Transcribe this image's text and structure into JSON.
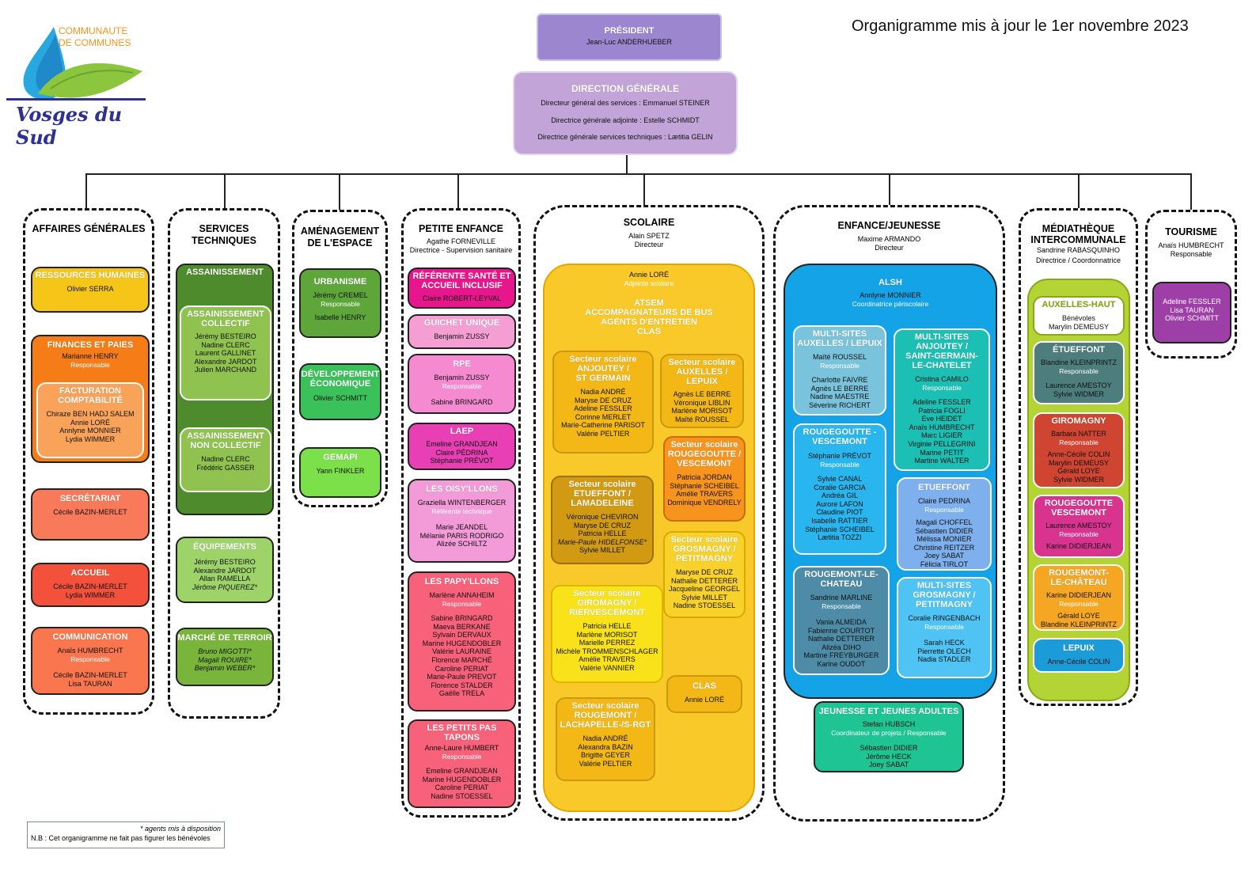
{
  "logo": {
    "line1": "COMMUNAUTE",
    "line2": "DE COMMUNES",
    "name": "Vosges du Sud",
    "colors": {
      "blue": "#1a75bb",
      "green": "#8cc63f",
      "orange": "#f7941d"
    }
  },
  "header": {
    "title": "Organigramme mis à jour le 1er novembre 2023"
  },
  "president": {
    "title": "PRÉSIDENT",
    "name": "Jean-Luc ANDERHUEBER"
  },
  "direction": {
    "title": "DIRECTION GÉNÉRALE",
    "lines": [
      "Directeur général des services : Emmanuel STEINER",
      "Directrice générale adjointe : Estelle SCHMIDT",
      "Directrice générale services techniques : Lætitia GELIN"
    ]
  },
  "footnote": {
    "line1": "* agents mis à disposition",
    "line2": "N.B : Cet organigramme ne fait pas figurer les bénévoles"
  },
  "affaires": {
    "title": "AFFAIRES GÉNÉRALES",
    "rh": {
      "title": "RESSOURCES HUMAINES",
      "name": "Olivier SERRA"
    },
    "finances": {
      "title": "FINANCES ET PAIES",
      "name": "Marianne HENRY",
      "role": "Responsable"
    },
    "facturation": {
      "title1": "FACTURATION",
      "title2": "COMPTABILITÉ",
      "names": [
        "Chiraze BEN HADJ SALEM",
        "Annie LORÉ",
        "Annlyne MONNIER",
        "Lydia WIMMER"
      ]
    },
    "secretariat": {
      "title": "SECRÉTARIAT",
      "name": "Cécile BAZIN-MERLET"
    },
    "accueil": {
      "title": "ACCUEIL",
      "names": [
        "Cécile BAZIN-MERLET",
        "Lydia WIMMER"
      ]
    },
    "communication": {
      "title": "COMMUNICATION",
      "name": "Anaïs HUMBRECHT",
      "role": "Responsable",
      "names": [
        "Cécile BAZIN-MERLET",
        "Lisa TAURAN"
      ]
    }
  },
  "services": {
    "title1": "SERVICES",
    "title2": "TECHNIQUES",
    "assainissement": {
      "title": "ASSAINISSEMENT"
    },
    "collectif": {
      "title1": "ASSAINISSEMENT",
      "title2": "COLLECTIF",
      "names": [
        "Jérémy BESTEIRO",
        "Nadine CLERC",
        "Laurent GALLINET",
        "Alexandre JARDOT",
        "Julien MARCHAND"
      ]
    },
    "noncollectif": {
      "title1": "ASSAINISSEMENT",
      "title2": "NON COLLECTIF",
      "names": [
        "Nadine CLERC",
        "Frédéric GASSER"
      ]
    },
    "equipements": {
      "title": "ÉQUIPEMENTS",
      "names": [
        "Jérémy BESTEIRO",
        "Alexandre JARDOT",
        "Allan RAMELLA"
      ],
      "italic": "Jérôme PIQUEREZ*"
    },
    "marche": {
      "title": "MARCHÉ DE TERROIR",
      "names": [
        "Bruno MIGOTTI*",
        "Magali ROUIRE*",
        "Benjamin WEBER*"
      ]
    }
  },
  "amenagement": {
    "title1": "AMÉNAGEMENT",
    "title2": "DE L'ESPACE",
    "urbanisme": {
      "title": "URBANISME",
      "name": "Jérémy CREMEL",
      "role": "Responsable",
      "name2": "Isabelle HENRY"
    },
    "dev": {
      "title1": "DÉVELOPPEMENT",
      "title2": "ÉCONOMIQUE",
      "name": "Olivier SCHMITT"
    },
    "gemapi": {
      "title": "GEMAPI",
      "name": "Yann FINKLER"
    }
  },
  "petite": {
    "title": "PETITE ENFANCE",
    "head": "Agathe FORNEVILLE",
    "role": "Directrice - Supervision sanitaire",
    "referente": {
      "title1": "RÉFÉRENTE SANTÉ ET",
      "title2": "ACCUEIL INCLUSIF",
      "name": "Claire ROBERT-LEYVAL"
    },
    "guichet": {
      "title": "GUICHET UNIQUE",
      "name": "Benjamin ZUSSY"
    },
    "rpe": {
      "title": "RPE",
      "name": "Benjamin ZUSSY",
      "role": "Responsable",
      "name2": "Sabine BRINGARD"
    },
    "laep": {
      "title": "LAEP",
      "names": [
        "Emeline GRANDJEAN",
        "Claire PÉDRINA",
        "Stéphanie PRÉVOT"
      ]
    },
    "oisy": {
      "title": "LES OISY'LLONS",
      "name": "Graziella WINTENBERGER",
      "role": "Référente technique",
      "names": [
        "Marie JEANDEL",
        "Mélanie PARIS RODRIGO",
        "Alizée SCHILTZ"
      ]
    },
    "papy": {
      "title": "LES PAPY'LLONS",
      "name": "Marlène ANNAHEIM",
      "role": "Responsable",
      "names": [
        "Sabine BRINGARD",
        "Maeva BERKANE",
        "Sylvain DERVAUX",
        "Marine HUGENDOBLER",
        "Valérie LAURAINE",
        "Florence MARCHÉ",
        "Caroline PERIAT",
        "Marie-Paule PREVOT",
        "Florence STALDER",
        "Gaëlle TRELA"
      ]
    },
    "tapons": {
      "title1": "LES PETITS PAS",
      "title2": "TAPONS",
      "name": "Anne-Laure HUMBERT",
      "role": "Responsable",
      "names": [
        "Emeline GRANDJEAN",
        "Marine HUGENDOBLER",
        "Caroline PERIAT",
        "Nadine STOESSEL"
      ]
    }
  },
  "scolaire": {
    "title": "SCOLAIRE",
    "head": "Alain SPETZ",
    "role": "Directeur",
    "adj": "Annie LORÉ",
    "adjrole": "Adjointe scolaire",
    "atsem": [
      "ATSEM",
      "ACCOMPAGNATEURS DE BUS",
      "AGENTS D'ENTRETIEN",
      "CLAS"
    ],
    "anjoutey": {
      "title1": "Secteur scolaire",
      "title2": "ANJOUTEY /",
      "title3": "ST GERMAIN",
      "names": [
        "Nadia ANDRÉ",
        "Maryse DE CRUZ",
        "Adeline FESSLER",
        "Corinne MERLET",
        "Marie-Catherine PARISOT",
        "Valérie PELTIER"
      ]
    },
    "auxelles": {
      "title1": "Secteur scolaire",
      "title2": "AUXELLES /",
      "title3": "LEPUIX",
      "names": [
        "Agnès LE BERRE",
        "Véronique LIBLIN",
        "Marlène MORISOT",
        "Maïté ROUSSEL"
      ]
    },
    "rougegoutte": {
      "title1": "Secteur scolaire",
      "title2": "ROUGEGOUTTE /",
      "title3": "VESCEMONT",
      "names": [
        "Patricia JORDAN",
        "Stéphanie SCHEIBEL",
        "Amélie TRAVERS",
        "Dominique VENDRELY"
      ]
    },
    "etueffont": {
      "title1": "Secteur scolaire",
      "title2": "ETUEFFONT /",
      "title3": "LAMADELEINE",
      "names": [
        "Véronique CHEVIRON",
        "Maryse DE CRUZ",
        "Patricia HELLE"
      ],
      "italic": "Marie-Paule HIDELFONSE*",
      "last": "Sylvie MILLET"
    },
    "grosmagny": {
      "title1": "Secteur scolaire",
      "title2": "GROSMAGNY /",
      "title3": "PETITMAGNY",
      "names": [
        "Maryse DE CRUZ",
        "Nathalie DETTERER",
        "Jacqueline GEORGEL",
        "Sylvie MILLET",
        "Nadine STOESSEL"
      ]
    },
    "giromagny": {
      "title1": "Secteur scolaire",
      "title2": "GIROMAGNY /",
      "title3": "RIERVESCEMONT",
      "names": [
        "Patricia HELLE",
        "Marlène MORISOT",
        "Marielle PERREZ",
        "Michèle TROMMENSCHLAGER",
        "Amélie TRAVERS",
        "Valérie VANNIER"
      ]
    },
    "clas": {
      "title": "CLAS",
      "name": "Annie LORÉ"
    },
    "rougemont": {
      "title1": "Secteur scolaire",
      "title2": "ROUGEMONT /",
      "title3": "LACHAPELLE-/S-RGT",
      "names": [
        "Nadia ANDRÉ",
        "Alexandra BAZIN",
        "Brigitte GEYER",
        "Valérie PELTIER"
      ]
    }
  },
  "enfance": {
    "title": "ENFANCE/JEUNESSE",
    "head": "Maxime ARMANDO",
    "role": "Directeur",
    "alsh": {
      "title": "ALSH",
      "name": "Annlyne MONNIER",
      "role": "Coordinatrice périscolaire"
    },
    "ms_auxelles": {
      "title1": "MULTI-SITES",
      "title2": "AUXELLES / LEPUIX",
      "name": "Maïté ROUSSEL",
      "role": "Responsable",
      "names": [
        "Charlotte FAIVRE",
        "Agnès LE BERRE",
        "Nadine MAESTRE",
        "Séverine RICHERT"
      ]
    },
    "ms_anjoutey": {
      "title1": "MULTI-SITES",
      "title2": "ANJOUTEY /",
      "title3": "SAINT-GERMAIN-",
      "title4": "LE-CHATELET",
      "name": "Cristina CAMILO",
      "role": "Responsable",
      "names": [
        "Adeline FESSLER",
        "Patricia FOGLI",
        "Eve HEIDET",
        "Anaïs HUMBRECHT",
        "Marc LIGIER",
        "Virginie PELLEGRINI",
        "Marine PETIT",
        "Martine WALTER"
      ]
    },
    "rougegoutte": {
      "title1": "ROUGEGOUTTE -",
      "title2": "VESCEMONT",
      "name": "Stéphanie PRÉVOT",
      "role": "Responsable",
      "names": [
        "Sylvie CANAL",
        "Coralie GARCIA",
        "Andréa GIL",
        "Aurore LAFON",
        "Claudine PIOT",
        "Isabelle RATTIER",
        "Stéphanie SCHEIBEL",
        "Lætitia TOZZI"
      ]
    },
    "etueffont": {
      "title": "ETUEFFONT",
      "name": "Claire PEDRINA",
      "role": "Responsable",
      "names": [
        "Magali CHOFFEL",
        "Sébastien DIDIER",
        "Mélissa MONIER",
        "Christine REITZER",
        "Joey SABAT",
        "Félicia TIRLOT"
      ]
    },
    "rougemont": {
      "title1": "ROUGEMONT-LE-",
      "title2": "CHATEAU",
      "name": "Sandrine MARLINE",
      "role": "Responsable",
      "names": [
        "Vania ALMEIDA",
        "Fabienne COURTOT",
        "Nathalie DETTERER",
        "Alizéa DIHO",
        "Martine FREYBURGER",
        "Karine OUDOT"
      ]
    },
    "ms_gros": {
      "title1": "MULTI-SITES",
      "title2": "GROSMAGNY /",
      "title3": "PETITMAGNY",
      "name": "Coralie RINGENBACH",
      "role": "Responsable",
      "names": [
        "Sarah HECK",
        "Pierrette OLECH",
        "Nadia STADLER"
      ]
    },
    "jeunesse": {
      "title": "JEUNESSE ET JEUNES ADULTES",
      "name": "Stefan HUBSCH",
      "role": "Coordinateur de projets / Responsable",
      "names": [
        "Sébastien DIDIER",
        "Jérôme HECK",
        "Joey SABAT"
      ]
    }
  },
  "mediatheque": {
    "title1": "MÉDIATHÈQUE",
    "title2": "INTERCOMMUNALE",
    "head": "Sandrine RABASQUINHO",
    "role": "Directrice / Coordonnatrice",
    "auxelles": {
      "title": "AUXELLES-HAUT",
      "role": "Bénévoles",
      "name": "Marylin DEMEUSY"
    },
    "etueffont": {
      "title": "ÉTUEFFONT",
      "name": "Blandine KLEINPRINTZ",
      "role": "Responsable",
      "names": [
        "Laurence AMESTOY",
        "Sylvie WIDMER"
      ]
    },
    "giromagny": {
      "title": "GIROMAGNY",
      "name": "Barbara NATTER",
      "role": "Responsable",
      "names": [
        "Anne-Cécile COLIN",
        "Marylin DEMEUSY",
        "Gérald LOYE",
        "Sylvie WIDMER"
      ]
    },
    "rougegoutte": {
      "title1": "ROUGEGOUTTE",
      "title2": "VESCEMONT",
      "name": "Laurence AMESTOY",
      "role": "Responsable",
      "names": [
        "Karine DIDIERJEAN"
      ]
    },
    "rougemont": {
      "title1": "ROUGEMONT-",
      "title2": "LE-CHÂTEAU",
      "name": "Karine DIDIERJEAN",
      "role": "Responsable",
      "names": [
        "Gérald LOYE",
        "Blandine KLEINPRINTZ"
      ]
    },
    "lepuix": {
      "title": "LEPUIX",
      "name": "Anne-Cécile COLIN"
    }
  },
  "tourisme": {
    "title": "TOURISME",
    "head": "Anaïs HUMBRECHT",
    "role": "Responsable",
    "names": [
      "Adeline FESSLER",
      "Lisa TAURAN",
      "Olivier SCHMITT"
    ]
  }
}
